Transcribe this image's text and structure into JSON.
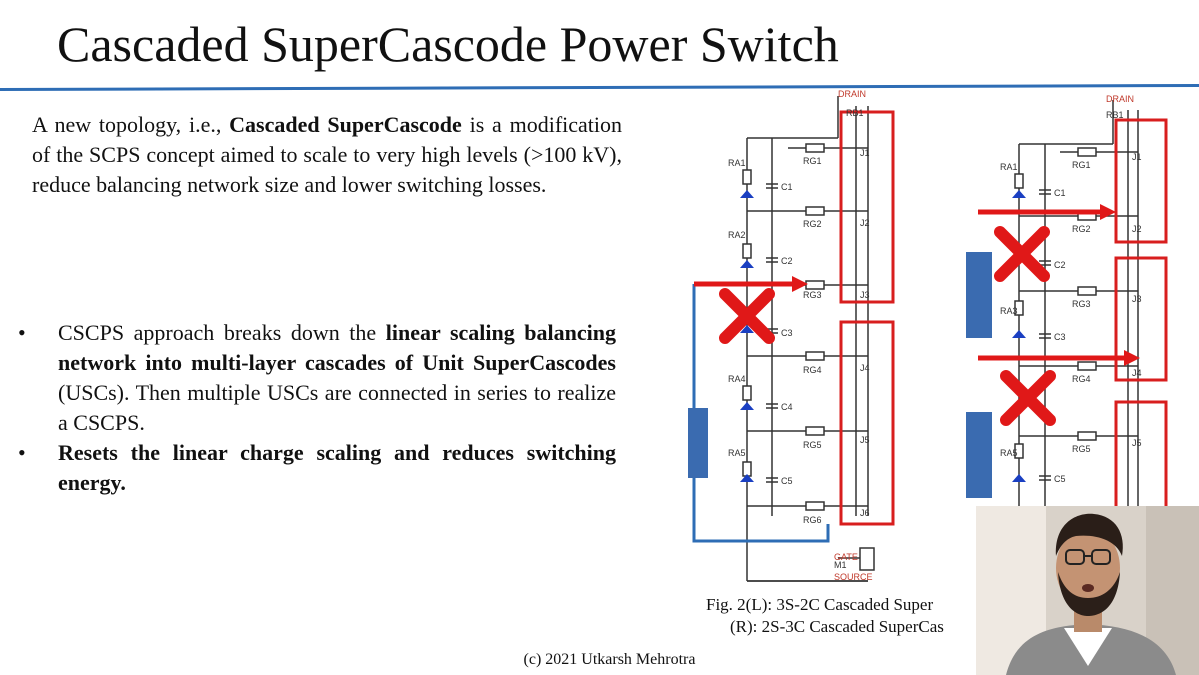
{
  "slide": {
    "title": "Cascaded SuperCascode Power Switch",
    "intro": {
      "part1": "A new topology, i.e., ",
      "bold": "Cascaded SuperCascode",
      "part2": " is a modification of the SCPS concept aimed to scale to very high levels (>100 kV), reduce balancing network size and lower switching losses."
    },
    "bullets": [
      {
        "marker": "•",
        "text1": "CSCPS approach breaks down the ",
        "bold1": "linear scaling balancing network into multi-layer cascades of Unit SuperCascodes",
        "text2": " (USCs). Then multiple USCs are connected in series to realize a CSCPS."
      },
      {
        "marker": "•",
        "bold1": "Resets the linear charge scaling and reduces switching energy."
      }
    ],
    "caption": {
      "line1": "Fig. 2(L): 3S-2C Cascaded Super",
      "line2": "(R): 2S-3C Cascaded SuperCas"
    },
    "footer": "(c) 2021 Utkarsh Mehrotra"
  },
  "figure_left": {
    "drain": "DRAIN",
    "gate": "GATE",
    "source": "SOURCE",
    "m1": "M1",
    "rb1": "RB1",
    "ra": [
      "RA1",
      "RA2",
      "RA4",
      "RA5"
    ],
    "c": [
      "C1",
      "C2",
      "C3",
      "C4",
      "C5"
    ],
    "rg": [
      "RG1",
      "RG2",
      "RG3",
      "RG4",
      "RG5",
      "RG6"
    ],
    "j": [
      "J1",
      "J2",
      "J3",
      "J4",
      "J5",
      "J6"
    ]
  },
  "figure_right": {
    "drain": "DRAIN",
    "rb1": "RB1",
    "ra": [
      "RA1",
      "RA3",
      "RA5"
    ],
    "c": [
      "C1",
      "C2",
      "C3",
      "C5"
    ],
    "rg": [
      "RG1",
      "RG2",
      "RG3",
      "RG4",
      "RG5"
    ],
    "j": [
      "J1",
      "J2",
      "J3",
      "J4",
      "J5"
    ]
  },
  "colors": {
    "accent_blue": "#2e6db5",
    "box_red": "#d81e1e",
    "diode_blue": "#1a3fc2",
    "block_blue": "#3a6bb0"
  }
}
